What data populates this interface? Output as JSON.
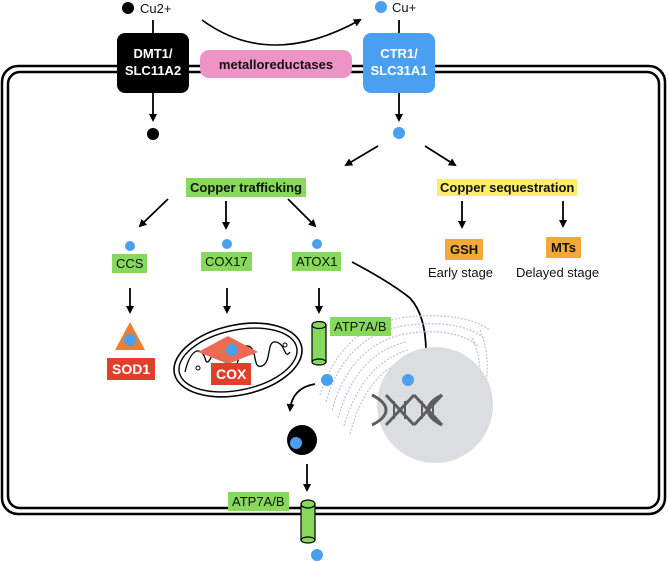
{
  "ions": {
    "cu2_label": "Cu2+",
    "cu1_label": "Cu+"
  },
  "transporters": {
    "dmt1": {
      "line1": "DMT1/",
      "line2": "SLC11A2"
    },
    "ctr1": {
      "line1": "CTR1/",
      "line2": "SLC31A1"
    }
  },
  "enzymes": {
    "metalloreductases": "metalloreductases"
  },
  "pathways": {
    "trafficking": "Copper trafficking",
    "sequestration": "Copper sequestration"
  },
  "chaperones": {
    "ccs": "CCS",
    "cox17": "COX17",
    "atox1": "ATOX1"
  },
  "targets": {
    "sod1": "SOD1",
    "cox": "COX",
    "atp7ab_golgi": "ATP7A/B",
    "atp7ab_membrane": "ATP7A/B"
  },
  "sequestration": {
    "gsh": "GSH",
    "gsh_stage": "Early stage",
    "mts": "MTs",
    "mts_stage": "Delayed stage"
  },
  "colors": {
    "copper_ion": "#4a9ff0",
    "cu2_ion": "#000000",
    "ctr1": "#4a9ff0",
    "dmt1": "#000000",
    "metalloreductases": "#ee93c6",
    "green_label": "#86d95a",
    "yellow_label": "#fbec6a",
    "orange_label": "#f3a93a",
    "red_label": "#e0402b",
    "sod1_triangle": "#e87f35",
    "cox_diamond": "#ec6b55",
    "nucleus": "#dcdde0"
  }
}
